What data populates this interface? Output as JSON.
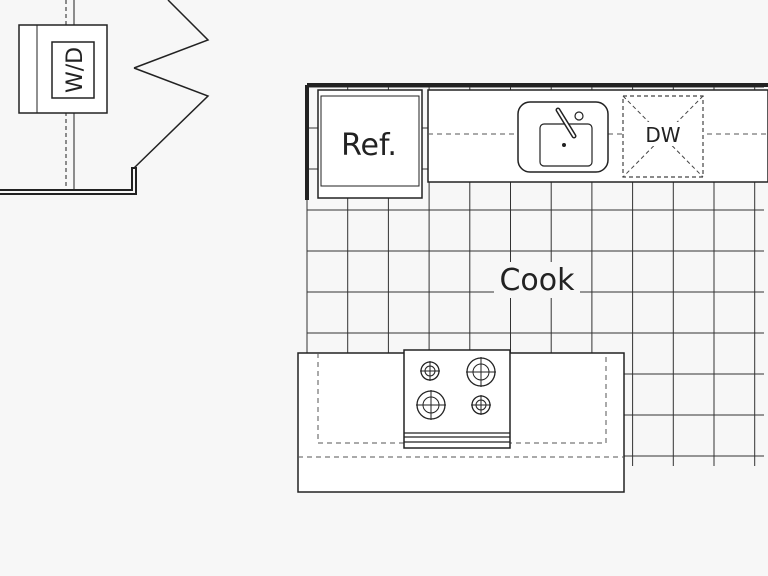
{
  "labels": {
    "washer_dryer": "W/D",
    "refrigerator": "Ref.",
    "dishwasher": "DW",
    "room": "Cook"
  },
  "colors": {
    "background": "#f7f7f7",
    "line": "#222222",
    "grid": "#333333",
    "counter_fill": "#ffffff"
  }
}
